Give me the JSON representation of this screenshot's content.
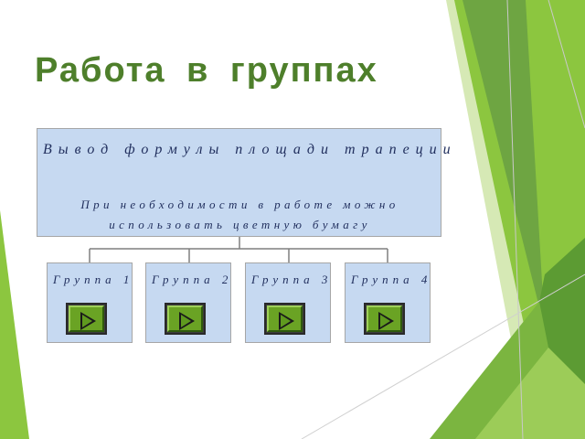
{
  "slide": {
    "title": "Работа  в  группах",
    "task": {
      "heading": "Вывод формулы площади трапеции",
      "note_line1": "При необходимости в работе можно",
      "note_line2": "использовать цветную бумагу"
    },
    "groups": [
      {
        "label": "Группа 1",
        "button_icon": "play-icon"
      },
      {
        "label": "Группа 2",
        "button_icon": "play-icon"
      },
      {
        "label": "Группа 3",
        "button_icon": "play-icon"
      },
      {
        "label": "Группа 4",
        "button_icon": "play-icon"
      }
    ]
  },
  "colors": {
    "title": "#4e7f2b",
    "box_fill": "#c6d9f1",
    "box_text": "#1f2d5c",
    "button_green": "#6aa324",
    "decor_light_green": "#8cc63f",
    "decor_dark_green": "#4e8f2e"
  }
}
